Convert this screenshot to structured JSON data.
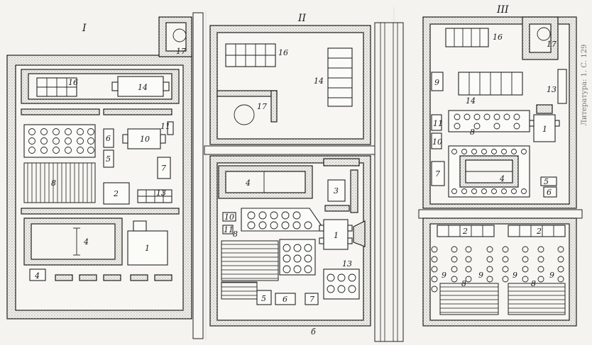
{
  "plans": {
    "one": "I",
    "two": "II",
    "three": "III"
  },
  "side_text": {
    "text": "Литература: 1. С. 129"
  },
  "bottom_mark": {
    "text": "б"
  },
  "labels": {
    "p1": {
      "n16": "16",
      "n14": "14",
      "n17": "17",
      "n6": "6",
      "n5": "5",
      "n10": "10",
      "n11": "11",
      "n7": "7",
      "n8": "8",
      "n2": "2",
      "n13": "13",
      "n4": "4",
      "n4b": "4",
      "n1": "1"
    },
    "p2": {
      "n16": "16",
      "n14": "14",
      "n17": "17",
      "n4": "4",
      "n3": "3",
      "n10": "10",
      "n11": "11",
      "n8": "8",
      "n1": "1",
      "n13": "13",
      "n5": "5",
      "n6": "6",
      "n7": "7"
    },
    "p3": {
      "n16": "16",
      "n17": "17",
      "n9": "9",
      "n14": "14",
      "n13": "13",
      "n11": "11",
      "n10": "10",
      "n8": "8",
      "n1": "1",
      "n7": "7",
      "n4": "4",
      "n5": "5",
      "n6": "6",
      "n2a": "2",
      "n2b": "2",
      "n9a": "9",
      "n9b": "9",
      "n9c": "9",
      "n9d": "9",
      "n8a": "8",
      "n8b": "8"
    }
  }
}
